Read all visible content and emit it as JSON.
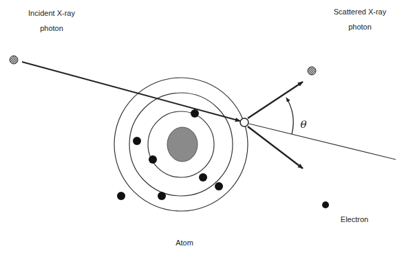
{
  "diagram": {
    "labels": [
      "Incident X-ray photon",
      "Scattered X-ray photon",
      "θ",
      "Electron",
      "Atom"
    ]
  }
}
